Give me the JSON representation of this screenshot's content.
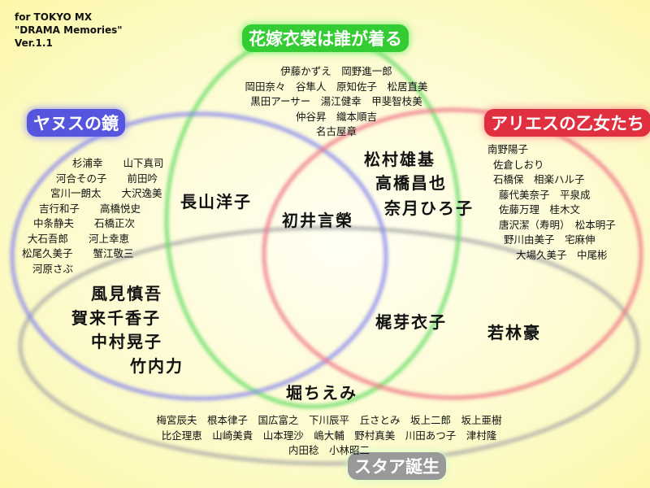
{
  "credit": {
    "line1": "for TOKYO MX",
    "line2": "\"DRAMA Memories\"",
    "line3": "Ver.1.1"
  },
  "sets": {
    "green": {
      "title": "花嫁衣裳は誰が着る",
      "color": "#33cc33"
    },
    "blue": {
      "title": "ヤヌスの鏡",
      "color": "#5555dd"
    },
    "red": {
      "title": "アリエスの乙女たち",
      "color": "#e03040"
    },
    "gray": {
      "title": "スタア誕生",
      "color": "#999999"
    }
  },
  "green_only": [
    "伊藤かずえ　岡野進一郎",
    "岡田奈々　谷隼人　原知佐子　松居直美",
    "黒田アーサー　湯江健幸　甲斐智枝美",
    "仲谷昇　織本順吉",
    "名古屋章"
  ],
  "blue_only": [
    "杉浦幸　　山下真司",
    "河合その子　　前田吟",
    "宮川一朗太　　大沢逸美",
    "吉行和子　　高橋悦史",
    "中条静夫　　石橋正次",
    "大石吾郎　　河上幸恵",
    "松尾久美子　　蟹江敬三",
    "河原さぶ"
  ],
  "red_only": [
    "南野陽子",
    "佐倉しおり",
    "石橋保　相楽ハル子",
    "藤代美奈子　平泉成",
    "佐藤万理　桂木文",
    "唐沢潔（寿明）　松本明子",
    "野川由美子　宅麻伸",
    "大場久美子　中尾彬"
  ],
  "gray_only": [
    "梅宮辰夫　根本律子　国広富之　下川辰平　丘さとみ　坂上二郎　坂上亜樹",
    "比企理恵　山崎美貴　山本理沙　嶋大輔　野村真美　川田あつ子　津村隆",
    "内田稔　小林昭二"
  ],
  "big": {
    "green_blue": "長山洋子",
    "green_blue_red": "初井言榮",
    "green_red": [
      "松村雄基",
      "高橋昌也",
      "奈月ひろ子"
    ],
    "blue_gray": [
      "風見慎吾",
      "賀来千香子",
      "中村晃子",
      "竹内力"
    ],
    "red_gray": "梶芽衣子",
    "red_gray_outer": "若林豪",
    "green_gray": "堀ちえみ"
  }
}
